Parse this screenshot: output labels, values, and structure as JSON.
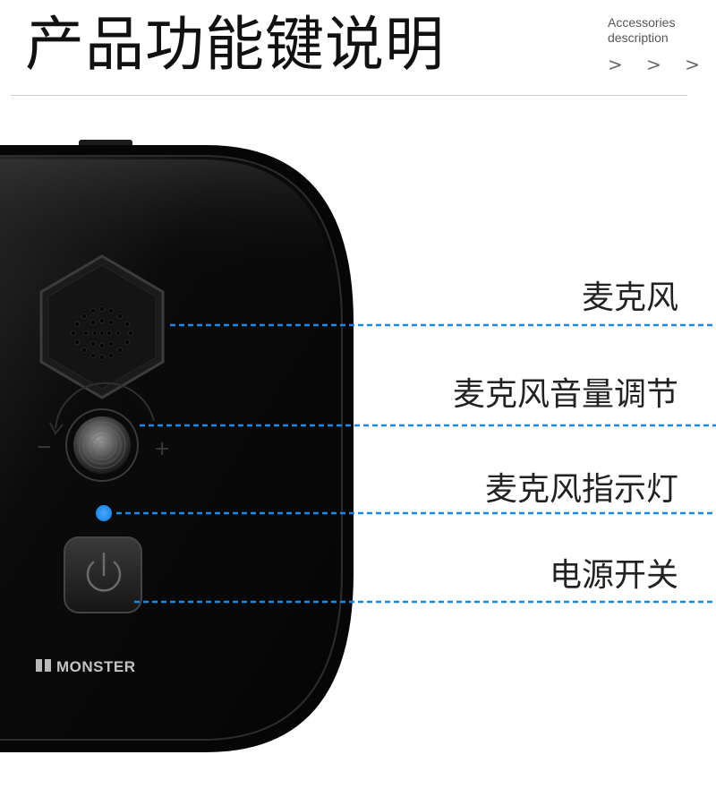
{
  "header": {
    "title": "产品功能键说明",
    "subtitle_line1": "Accessories",
    "subtitle_line2": "description",
    "arrows": "> > >"
  },
  "device": {
    "brand": "MONSTER"
  },
  "callouts": [
    {
      "label": "麦克风"
    },
    {
      "label": "麦克风音量调节"
    },
    {
      "label": "麦克风指示灯"
    },
    {
      "label": "电源开关"
    }
  ],
  "colors": {
    "leader_line": "#1e88e5",
    "indicator_led": "#1e88e5",
    "device_body": "#0c0c0c"
  }
}
